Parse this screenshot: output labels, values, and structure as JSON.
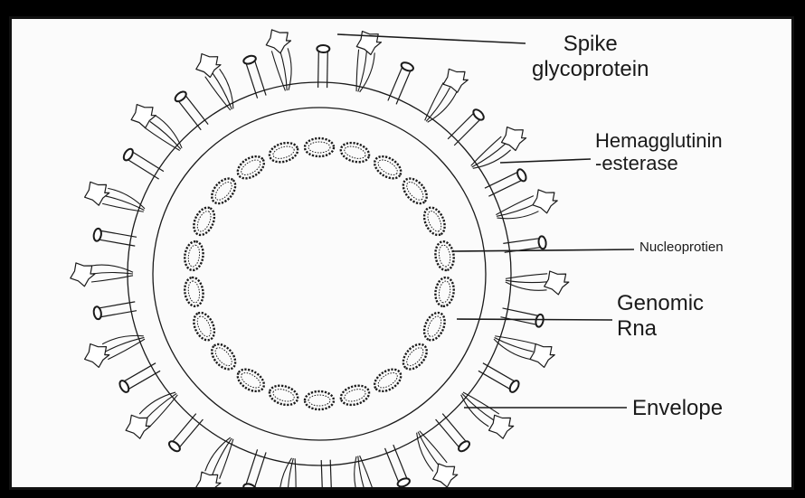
{
  "diagram": {
    "labels": {
      "spike_line1": "Spike",
      "spike_line2": "glycoprotein",
      "hema_line1": "Hemagglutinin",
      "hema_line2": "-esterase",
      "nucleoprotein": "Nucleoprotien",
      "genomic_line1": "Genomic",
      "genomic_line2": "Rna",
      "envelope": "Envelope"
    },
    "colors": {
      "ink": "#1a1a1a",
      "paper": "#fbfbfb",
      "border": "#000000"
    }
  }
}
